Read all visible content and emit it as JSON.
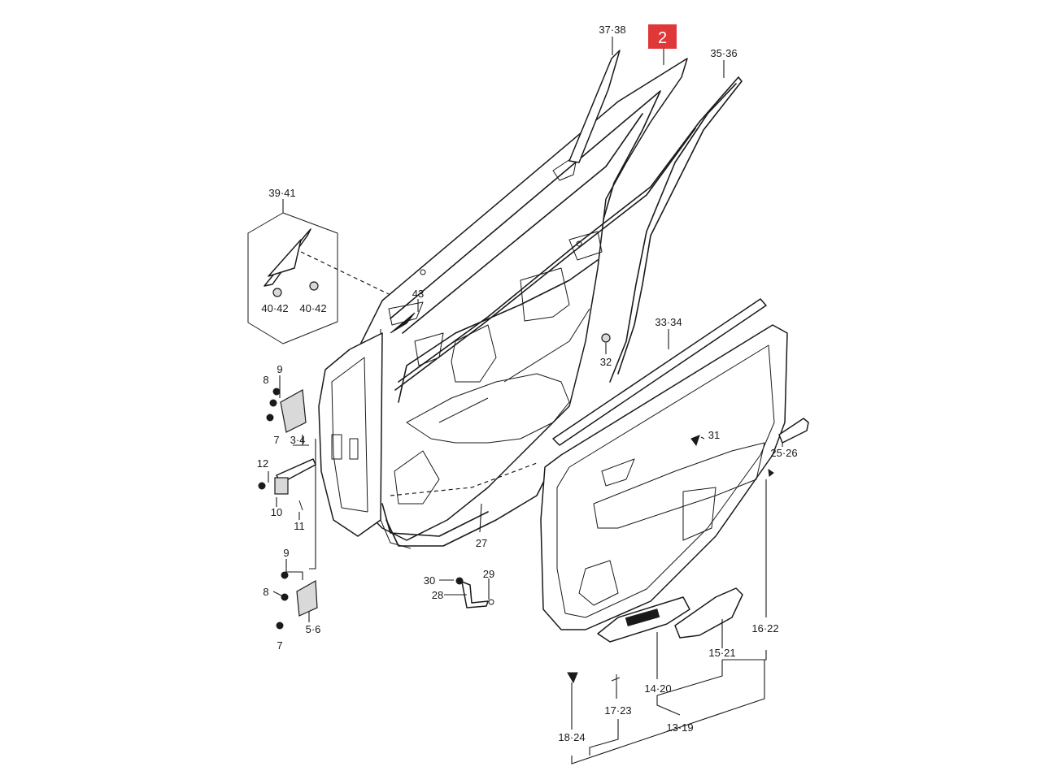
{
  "highlight": {
    "label": "2",
    "color": "#e03838"
  },
  "callouts": {
    "c37_38": "37·38",
    "c35_36": "35·36",
    "c39_41": "39·41",
    "c40_42a": "40·42",
    "c40_42b": "40·42",
    "c43": "43",
    "c33_34": "33·34",
    "c32": "32",
    "c9a": "9",
    "c8a": "8",
    "c7a": "7",
    "c3_4": "3·4",
    "c12": "12",
    "c10": "10",
    "c11": "11",
    "c9b": "9",
    "c8b": "8",
    "c5_6": "5·6",
    "c7b": "7",
    "c31": "31",
    "c25_26": "25·26",
    "c27": "27",
    "c30": "30",
    "c29": "29",
    "c28": "28",
    "c16_22": "16·22",
    "c15_21": "15·21",
    "c14_20": "14·20",
    "c17_23": "17·23",
    "c18_24": "18·24",
    "c13_19": "13·19"
  }
}
